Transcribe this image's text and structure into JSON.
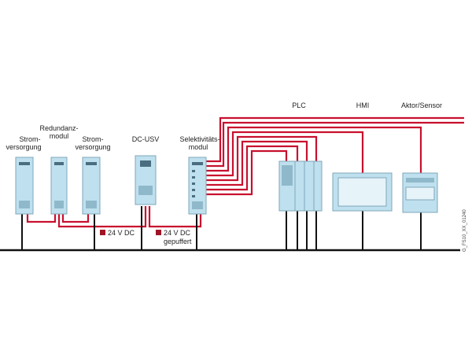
{
  "labels": {
    "psu_left_line1": "Strom-",
    "psu_left_line2": "versorgung",
    "redundancy_line1": "Redundanz-",
    "redundancy_line2": "modul",
    "psu_right_line1": "Strom-",
    "psu_right_line2": "versorgung",
    "dc_ups": "DC-USV",
    "selectivity_line1": "Selektivitäts-",
    "selectivity_line2": "modul",
    "plc": "PLC",
    "hmi": "HMI",
    "actuator_sensor": "Aktor/Sensor",
    "voltage_24vdc": "24 V DC",
    "voltage_24vdc_buffered_line1": "24 V DC",
    "voltage_24vdc_buffered_line2": "gepuffert",
    "figure_id": "G_FS10_XX_01240"
  },
  "colors": {
    "wire": "#c8102e",
    "rail": "#111111",
    "device_body": "#bfe0ee",
    "device_edge": "#7fa7ba",
    "legend_square": "#a01526"
  }
}
